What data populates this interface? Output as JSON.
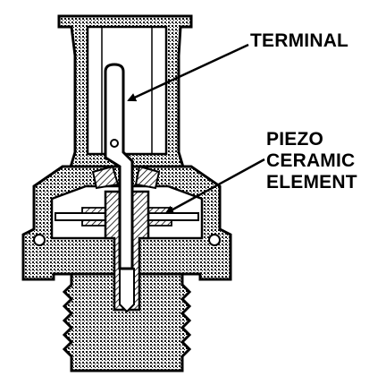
{
  "labels": {
    "terminal": "TERMINAL",
    "piezo_line1": "PIEZO",
    "piezo_line2": "CERAMIC",
    "piezo_line3": "ELEMENT"
  },
  "colors": {
    "background": "#ffffff",
    "ink": "#000000",
    "body_shade": "#bdbdbd"
  }
}
